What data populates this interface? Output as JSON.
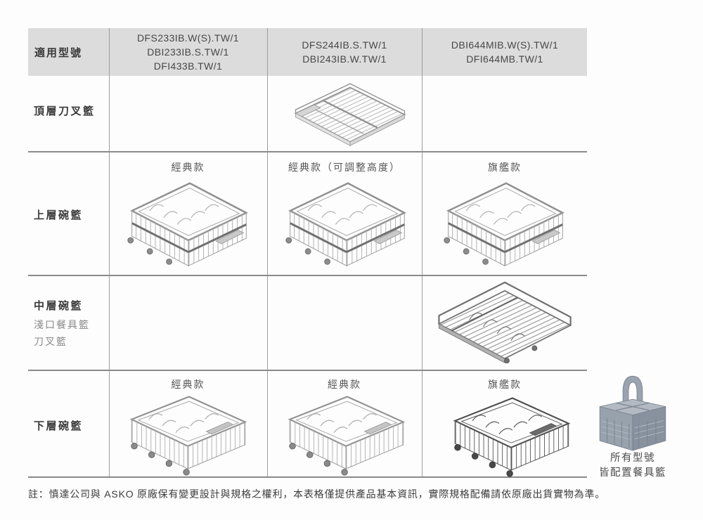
{
  "header": {
    "label": "適用型號",
    "model_groups": [
      [
        "DFS233IB.W(S).TW/1",
        "DBI233IB.S.TW/1",
        "DFI433B.TW/1"
      ],
      [
        "DFS244IB.S.TW/1",
        "DBI243IB.W.TW/1"
      ],
      [
        "DBI644MIB.W(S).TW/1",
        "DFI644MB.TW/1"
      ]
    ]
  },
  "rows": {
    "top_tray": {
      "label": "頂層刀叉籃"
    },
    "upper": {
      "label": "上層碗籃",
      "variants": [
        "經典款",
        "經典款（可調整高度）",
        "旗艦款"
      ]
    },
    "middle": {
      "label": "中層碗籃",
      "sublabels": [
        "淺口餐具籃",
        "刀叉籃"
      ]
    },
    "lower": {
      "label": "下層碗籃",
      "variants": [
        "經典款",
        "經典款",
        "旗艦款"
      ]
    }
  },
  "cutlery_basket_note": [
    "所有型號",
    "皆配置餐具籃"
  ],
  "footnote": "註：慎達公司與 ASKO 原廠保有變更設計與規格之權利，本表格僅提供產品基本資訊，實際規格配備請依原廠出貨實物為準。",
  "images": {
    "top_tray": "top-cutlery-tray-drawing",
    "upper_baskets": "upper-wire-basket-drawing",
    "middle_basket": "middle-wire-basket-drawing",
    "lower_baskets": "lower-wire-basket-drawing",
    "cutlery_basket": "gray-cutlery-basket-photo"
  },
  "colors": {
    "header_bg": "#dcdcdc",
    "vertical_grid_line": "#9d9d9d",
    "horizontal_grid_line": "#8a8a8a",
    "text_primary": "#3a3a3a",
    "text_secondary": "#8a8a8a",
    "variant_text": "#555555",
    "basket_wire": "#9a9a9a",
    "cutlery_body": "#97a0ab"
  }
}
